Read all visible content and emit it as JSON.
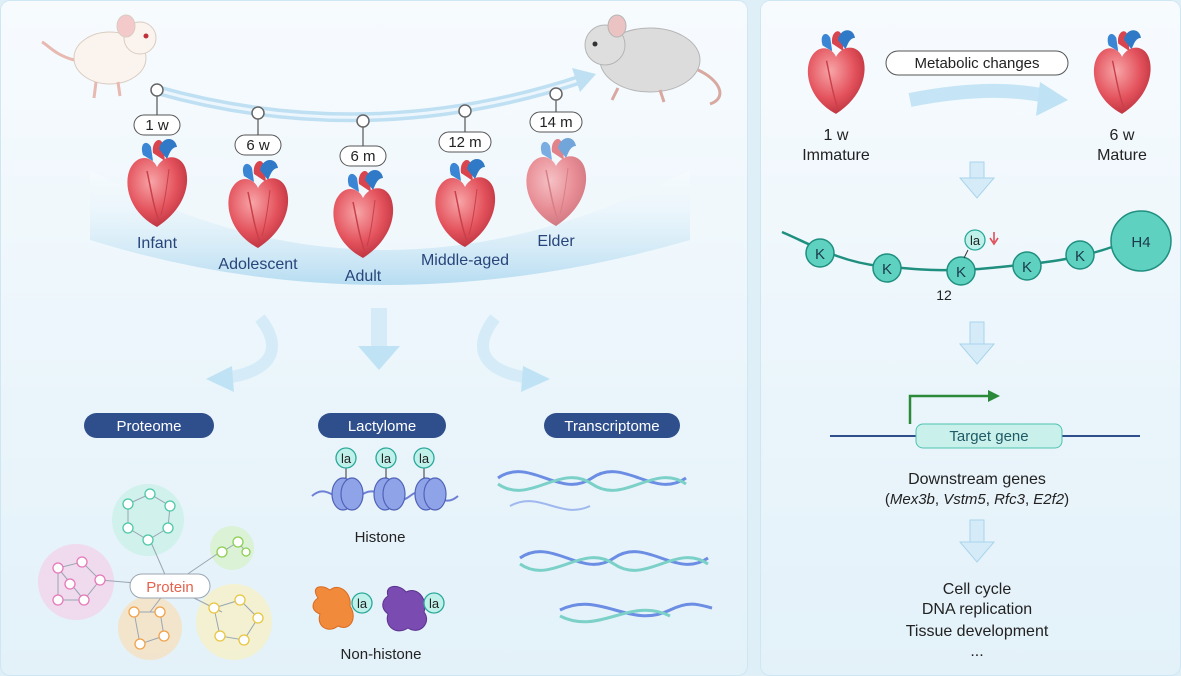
{
  "ages": [
    {
      "age": "1 w",
      "stage": "Infant"
    },
    {
      "age": "6 w",
      "stage": "Adolescent"
    },
    {
      "age": "6 m",
      "stage": "Adult"
    },
    {
      "age": "12 m",
      "stage": "Middle-aged"
    },
    {
      "age": "14 m",
      "stage": "Elder"
    }
  ],
  "omics": {
    "proteome": "Proteome",
    "lactylome": "Lactylome",
    "transcriptome": "Transcriptome",
    "protein": "Protein",
    "histone": "Histone",
    "non_histone": "Non-histone",
    "la": "la"
  },
  "right": {
    "metabolic": "Metabolic changes",
    "left_age": "1 w",
    "left_state": "Immature",
    "right_age": "6 w",
    "right_state": "Mature",
    "k": "K",
    "h4": "H4",
    "site": "12",
    "la": "la",
    "target_gene": "Target gene",
    "downstream": "Downstream genes",
    "genes": [
      "Mex3b",
      "Vstm5",
      "Rfc3",
      "E2f2"
    ],
    "outcomes": [
      "Cell cycle",
      "DNA replication",
      "Tissue development",
      "..."
    ]
  },
  "colors": {
    "pill": "#2f4f8c",
    "teal": "#3cc2b3",
    "arrow": "#bfe3f5",
    "heart": "#e0505a",
    "vessel": "#2f79c7",
    "stage_text": "#27457a"
  }
}
